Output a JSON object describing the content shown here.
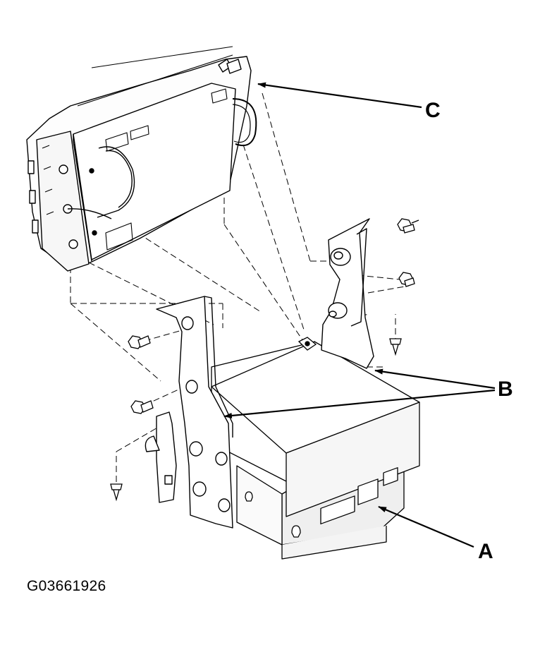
{
  "diagram": {
    "callouts": {
      "a": "A",
      "b": "B",
      "c": "C"
    },
    "figure_code": "G03661926"
  },
  "colors": {
    "ink": "#000000",
    "background": "#ffffff",
    "body_tint": "#f4f4f4"
  }
}
